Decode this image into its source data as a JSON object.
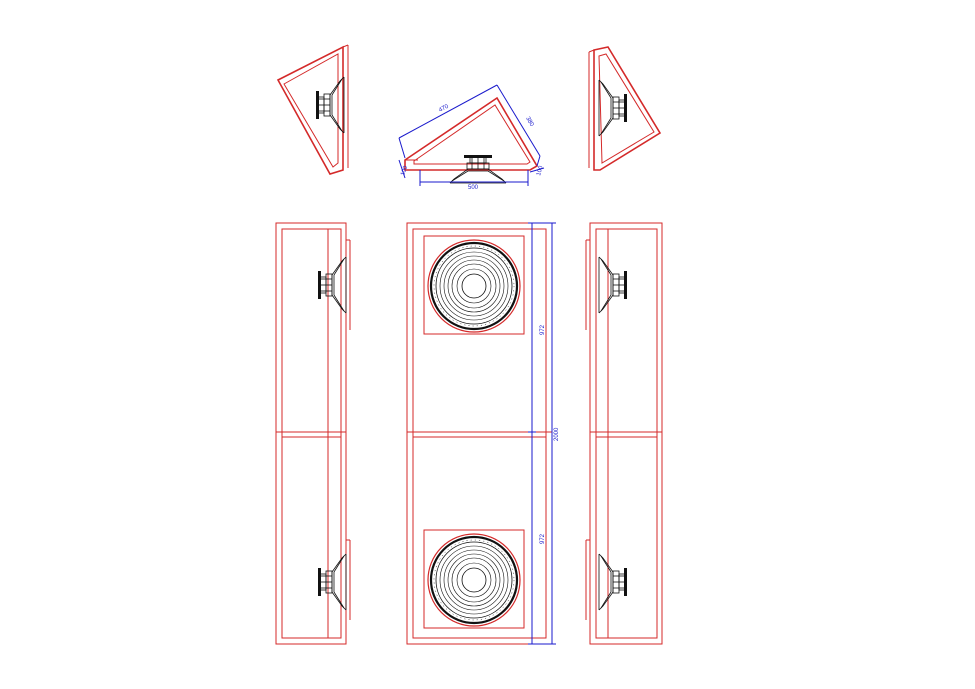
{
  "drawing": {
    "dimensions": {
      "top_width": "500",
      "top_diag_long": "470",
      "top_diag_short": "380",
      "top_left_small": "100",
      "top_right_small": "100",
      "front_upper": "972",
      "front_total": "2000",
      "front_lower": "972"
    },
    "colors": {
      "cabinet": "#d42a2a",
      "dimension": "#1a1acc",
      "driver": "#111111"
    },
    "icons": [
      "woofer-side-icon",
      "woofer-front-icon"
    ]
  }
}
